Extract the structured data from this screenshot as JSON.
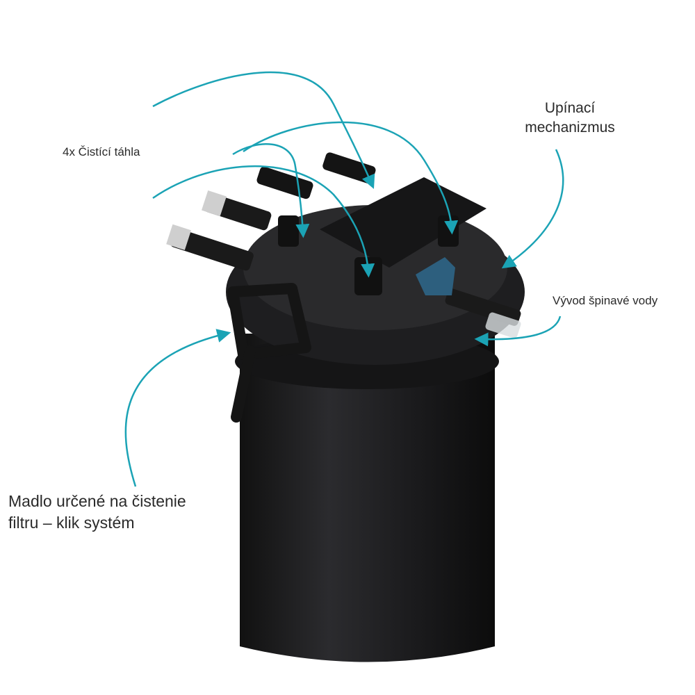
{
  "labels": {
    "cleaning_rods": "4x Čistící táhla",
    "clamp_line1": "Upínací",
    "clamp_line2": "mechanizmus",
    "dirty_outlet": "Vývod špinavé vody",
    "handle_line1": "Madlo určené na čistenie",
    "handle_line2": "filtru – klik systém"
  },
  "colors": {
    "arrow": "#1ba3b5",
    "body": "#1c1c1e",
    "knob": "#2d5f7e"
  }
}
